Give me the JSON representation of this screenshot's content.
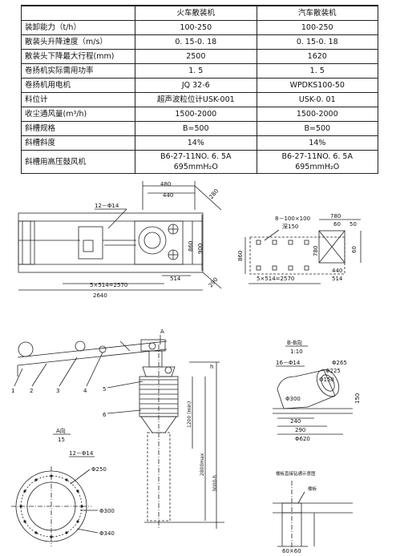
{
  "table": {
    "headers": [
      "",
      "火车散装机",
      "汽车散装机"
    ],
    "rows": [
      {
        "label": "装卸能力（t/h）",
        "train": "100-250",
        "truck": "100-250"
      },
      {
        "label": "散装头升降速度（m/s）",
        "train": "0. 15-0. 18",
        "truck": "0. 15-0. 18"
      },
      {
        "label": "散装头下降最大行程(mm)",
        "train": "2500",
        "truck": "1620"
      },
      {
        "label": "卷扬机实际需用功率",
        "train": "1. 5",
        "truck": "1. 5"
      },
      {
        "label": "卷扬机用电机",
        "train": "JQ  32-6",
        "truck": "WPDKS100-50"
      },
      {
        "label": "料位计",
        "train": "超声波粒位计USK-001",
        "truck": "USK-0. 01"
      },
      {
        "label": "收尘通风量(m³/h)",
        "train": "1500-2000",
        "truck": "1500-2000"
      },
      {
        "label": "斜槽规格",
        "train": "B=500",
        "truck": "B=500"
      },
      {
        "label": "斜槽斜度",
        "train": "14%",
        "truck": "14%"
      },
      {
        "label": "斜槽用高压鼓风机",
        "train": "B6-27-11NO. 6. 5A\n695mmH₂O",
        "truck": "B6-27-11NO. 6. 5A\n695mmH₂O"
      }
    ]
  },
  "drawing_labels": {
    "top_plan": {
      "d480": "480",
      "d440": "440",
      "d280": "280",
      "hole": "12－Φ14",
      "d860": "860",
      "d900": "900",
      "d514": "514",
      "span": "5×514=2570",
      "d2640": "2640",
      "d290": "290"
    },
    "base_plan": {
      "hole": "8－100×100",
      "depth": "深150",
      "d780": "780",
      "d60": "60",
      "d50": "50",
      "d860": "860",
      "d780v": "780",
      "d60v": "60",
      "d440": "440",
      "d514": "514",
      "span": "5×514=2570"
    },
    "elevation": {
      "a": "A",
      "h": "h",
      "d1200": "1200 (min)",
      "d2800": "2800max",
      "d3000": "3000-h",
      "p1": "1",
      "p2": "2",
      "p3": "3",
      "p4": "4",
      "p5": "5",
      "p6": "6"
    },
    "view_a": {
      "title": "A向",
      "scale": "15",
      "hole": "12－Φ14",
      "d250": "Φ250",
      "d300": "Φ300",
      "d340": "Φ340"
    },
    "section_bb": {
      "title": "B-B向",
      "scale": "1:10",
      "hole": "16－Φ14",
      "d265": "Φ265",
      "d225": "Φ225",
      "d150": "Φ150",
      "d300": "Φ300",
      "d240": "240",
      "d290": "290",
      "d620": "Φ620",
      "v150": "150"
    },
    "detail": {
      "title": "楼板直接钻通示意图",
      "slab": "楼板",
      "d60": "60×60"
    }
  }
}
